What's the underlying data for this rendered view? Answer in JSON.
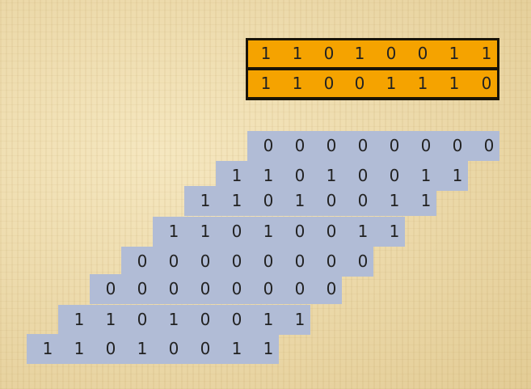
{
  "operands": {
    "multiplicand": [
      "1",
      "1",
      "0",
      "1",
      "0",
      "0",
      "1",
      "1"
    ],
    "multiplier": [
      "1",
      "1",
      "0",
      "0",
      "1",
      "1",
      "1",
      "0"
    ]
  },
  "partial_products": [
    [
      "0",
      "0",
      "0",
      "0",
      "0",
      "0",
      "0",
      "0"
    ],
    [
      "1",
      "1",
      "0",
      "1",
      "0",
      "0",
      "1",
      "1"
    ],
    [
      "1",
      "1",
      "0",
      "1",
      "0",
      "0",
      "1",
      "1"
    ],
    [
      "1",
      "1",
      "0",
      "1",
      "0",
      "0",
      "1",
      "1"
    ],
    [
      "0",
      "0",
      "0",
      "0",
      "0",
      "0",
      "0",
      "0"
    ],
    [
      "0",
      "0",
      "0",
      "0",
      "0",
      "0",
      "0",
      "0"
    ],
    [
      "1",
      "1",
      "0",
      "1",
      "0",
      "0",
      "1",
      "1"
    ],
    [
      "1",
      "1",
      "0",
      "1",
      "0",
      "0",
      "1",
      "1"
    ]
  ],
  "colors": {
    "operand_fill": "#f5a300",
    "operand_border": "#1a1407",
    "partial_product_fill": "#b1bcd6",
    "background": "#ead7a4"
  }
}
